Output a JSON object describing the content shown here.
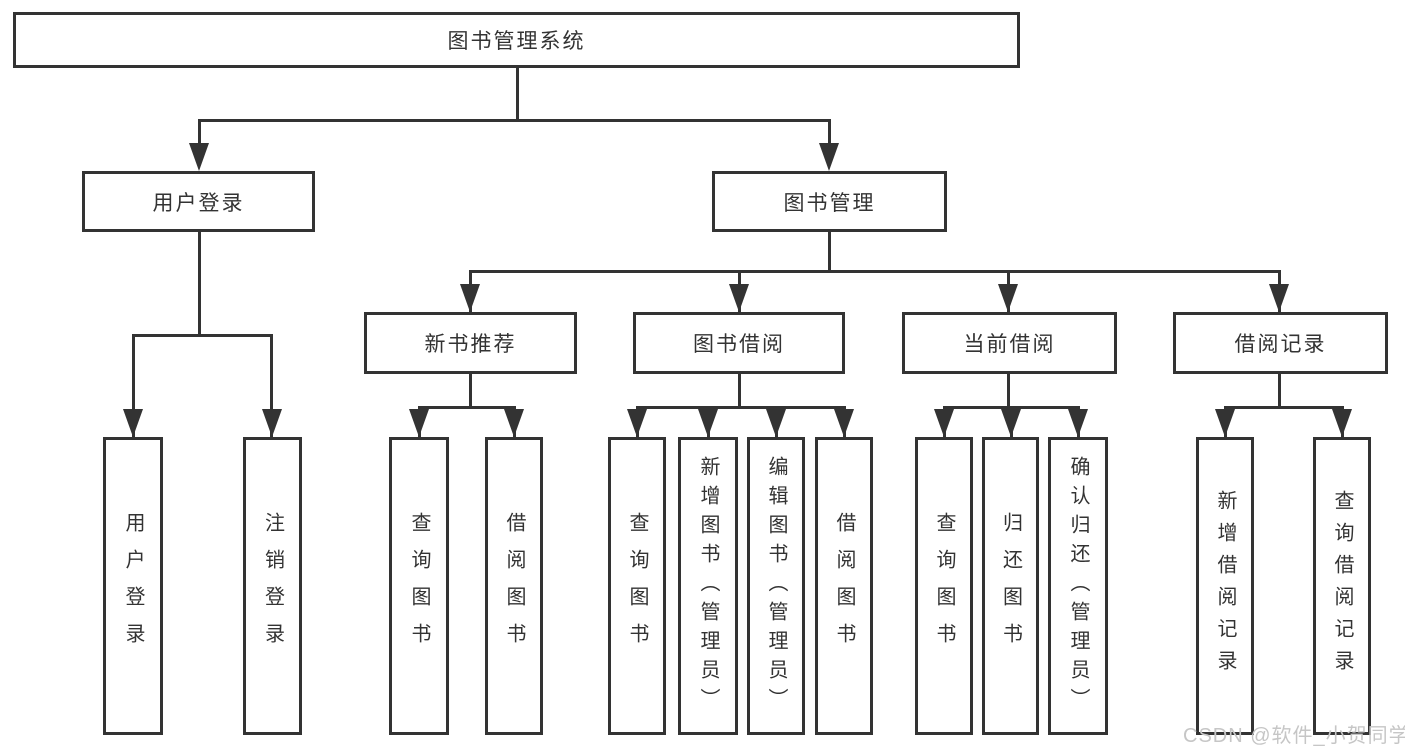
{
  "diagram": {
    "root": {
      "label": "图书管理系统"
    },
    "level2": [
      {
        "label": "用户登录"
      },
      {
        "label": "图书管理"
      }
    ],
    "level3": [
      {
        "label": "新书推荐"
      },
      {
        "label": "图书借阅"
      },
      {
        "label": "当前借阅"
      },
      {
        "label": "借阅记录"
      }
    ],
    "leaves": {
      "user_login": [
        "用户登录",
        "注销登录"
      ],
      "new_book_rec": [
        "查询图书",
        "借阅图书"
      ],
      "book_borrow": [
        "查询图书",
        "新增图书（管理员）",
        "编辑图书（管理员）",
        "借阅图书"
      ],
      "current_borrow": [
        "查询图书",
        "归还图书",
        "确认归还（管理员）"
      ],
      "borrow_records": [
        "新增借阅记录",
        "查询借阅记录"
      ]
    }
  },
  "watermark": {
    "text": "CSDN @软件_小贺同学",
    "color": "#c6c6c6"
  },
  "colors": {
    "line": "#333333",
    "text": "#333333",
    "background": "#ffffff"
  }
}
